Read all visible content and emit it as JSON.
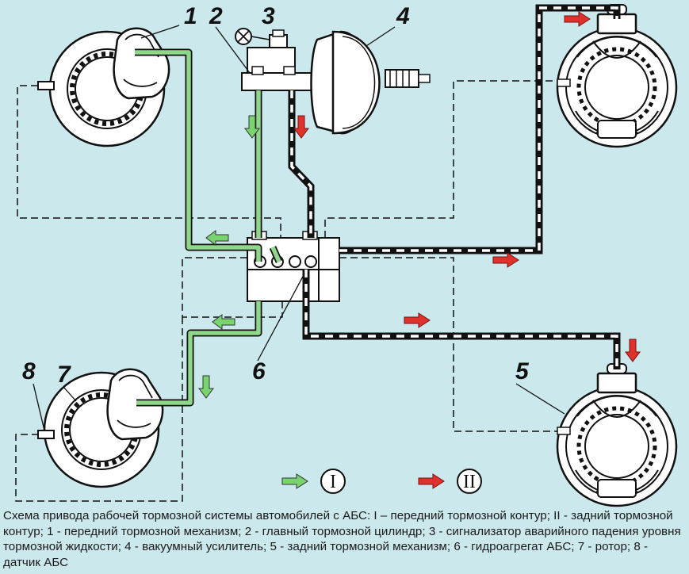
{
  "labels": {
    "n1": "1",
    "n2": "2",
    "n3": "3",
    "n4": "4",
    "n5": "5",
    "n6": "6",
    "n7": "7",
    "n8": "8"
  },
  "legend": {
    "front": "I",
    "rear": "II"
  },
  "colors": {
    "background": "#cbe8ec",
    "front_circuit": "#8ed88a",
    "rear_circuit": "#111111",
    "arrow_front": "#79d46f",
    "arrow_rear": "#e0322d"
  },
  "caption": "Схема привода рабочей тормозной системы автомобилей с АБС: I – передний тормозной контур; II - задний тормозной контур; 1 - передний тормозной механизм; 2 - главный тормозной цилиндр; 3 - сигнализатор аварийного падения уровня тормозной жидкости; 4 - вакуумный усилитель; 5 - задний тормозной механизм; 6 - гидроагрегат АБС; 7 - ротор; 8 - датчик АБС"
}
